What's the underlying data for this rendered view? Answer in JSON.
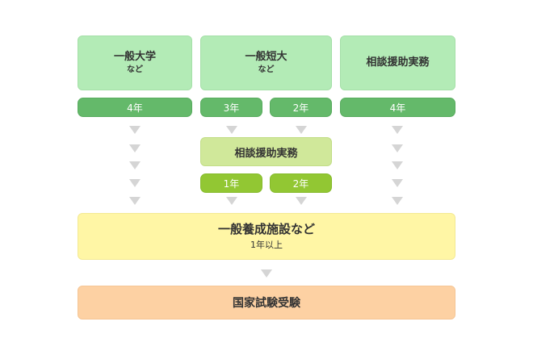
{
  "routes": {
    "university": {
      "title": "一般大学",
      "subtitle": "など",
      "years": "4年"
    },
    "junior_college": {
      "title": "一般短大",
      "subtitle": "など",
      "years_a": "3年",
      "years_b": "2年"
    },
    "practice_direct": {
      "title": "相談援助実務",
      "years": "4年"
    }
  },
  "intermediate_practice": {
    "title": "相談援助実務",
    "years_a": "1年",
    "years_b": "2年"
  },
  "facility": {
    "title": "一般養成施設など",
    "subtitle": "1年以上"
  },
  "exam": {
    "title": "国家試験受験"
  },
  "colors": {
    "top_box": "#b3ebb6",
    "years_bar": "#64b96a",
    "practice_box": "#d0e89a",
    "years_bar_light": "#92c733",
    "facility_box": "#fff6a5",
    "exam_box": "#fdd1a3",
    "arrow": "#d5d5d5"
  },
  "icons": {
    "connector": "down-triangle-arrow"
  }
}
